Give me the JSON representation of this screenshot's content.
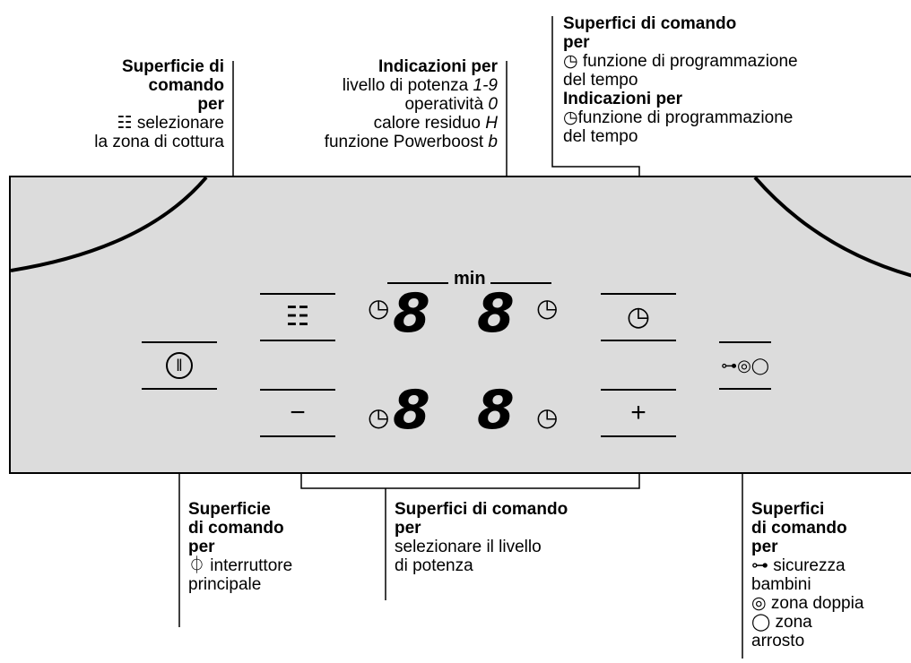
{
  "labels": {
    "zone_select": {
      "title_l1": "Superficie di",
      "title_l2": "comando",
      "title_l3": "per",
      "icon": "☷",
      "line1": "selezionare",
      "line2": "la zona di cottura"
    },
    "indications": {
      "title": "Indicazioni per",
      "line1": "livello di potenza",
      "sym1": "1-9",
      "line2": "operatività",
      "sym2": "0",
      "line3": "calore residuo",
      "sym3": "H",
      "line4": "funzione Powerboost",
      "sym4": "b"
    },
    "timer_control": {
      "title_l1": "Superfici di comando",
      "title_l2": "per",
      "line1": "funzione di programmazione",
      "line2": "del tempo",
      "title2": "Indicazioni per",
      "line3": "funzione di programmazione",
      "line4": "del tempo"
    },
    "main_switch": {
      "title_l1": "Superficie",
      "title_l2": "di comando",
      "title_l3": "per",
      "line1": "interruttore",
      "line2": "principale"
    },
    "power_level": {
      "title_l1": "Superfici di comando",
      "title_l2": "per",
      "line1": "selezionare il livello",
      "line2": "di potenza"
    },
    "child_lock": {
      "title_l1": "Superfici",
      "title_l2": "di comando",
      "title_l3": "per",
      "line1": "sicurezza",
      "line2": "bambini",
      "line3": "zona doppia",
      "line4": "zona",
      "line5": "arrosto"
    }
  },
  "panel": {
    "min_label": "min",
    "digit": "8",
    "minus_symbol": "−",
    "plus_symbol": "+",
    "power_symbol": "⏀",
    "zone_symbol": "☷",
    "lock_symbols": "⊶◎◯"
  }
}
